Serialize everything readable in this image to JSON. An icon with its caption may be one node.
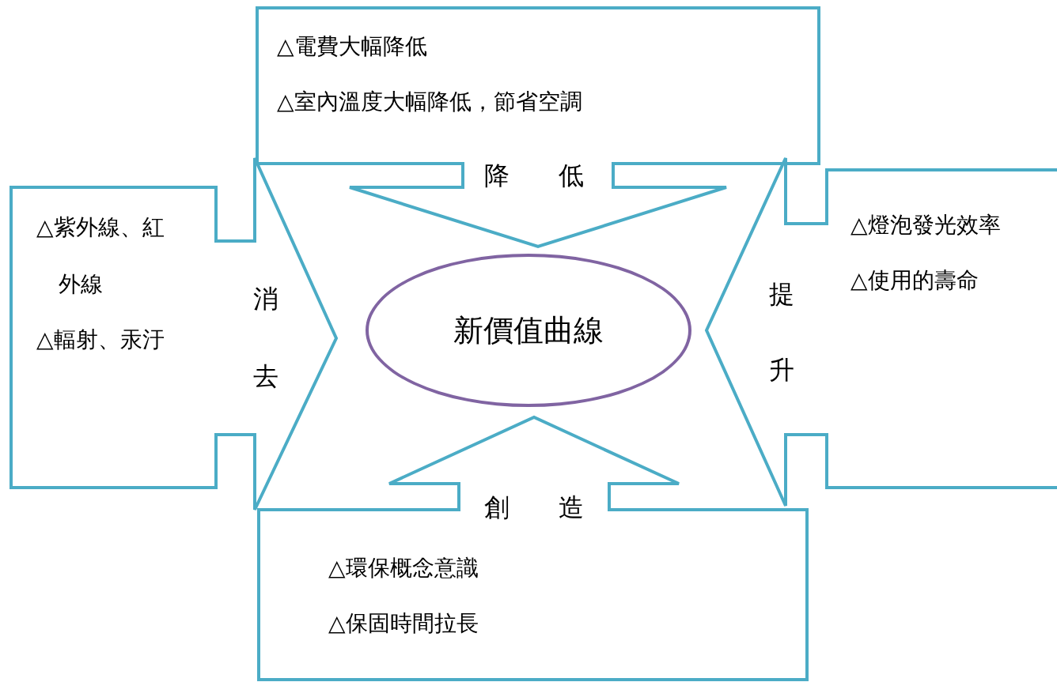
{
  "diagram": {
    "nodes": [
      {
        "text": [
          "降低",
          "△電費大幅降低",
          "△室內溫度大幅降低，節省空調"
        ]
      },
      {
        "text": [
          "消去",
          "△紫外線、紅外線",
          "△輻射、汞汙"
        ]
      },
      {
        "text": [
          "提升",
          "△燈泡發光效率",
          "△使用的壽命"
        ]
      },
      {
        "text": [
          "創造",
          "△環保概念意識",
          "△保固時間拉長"
        ]
      },
      {
        "text": [
          "新價值曲線"
        ]
      }
    ]
  }
}
